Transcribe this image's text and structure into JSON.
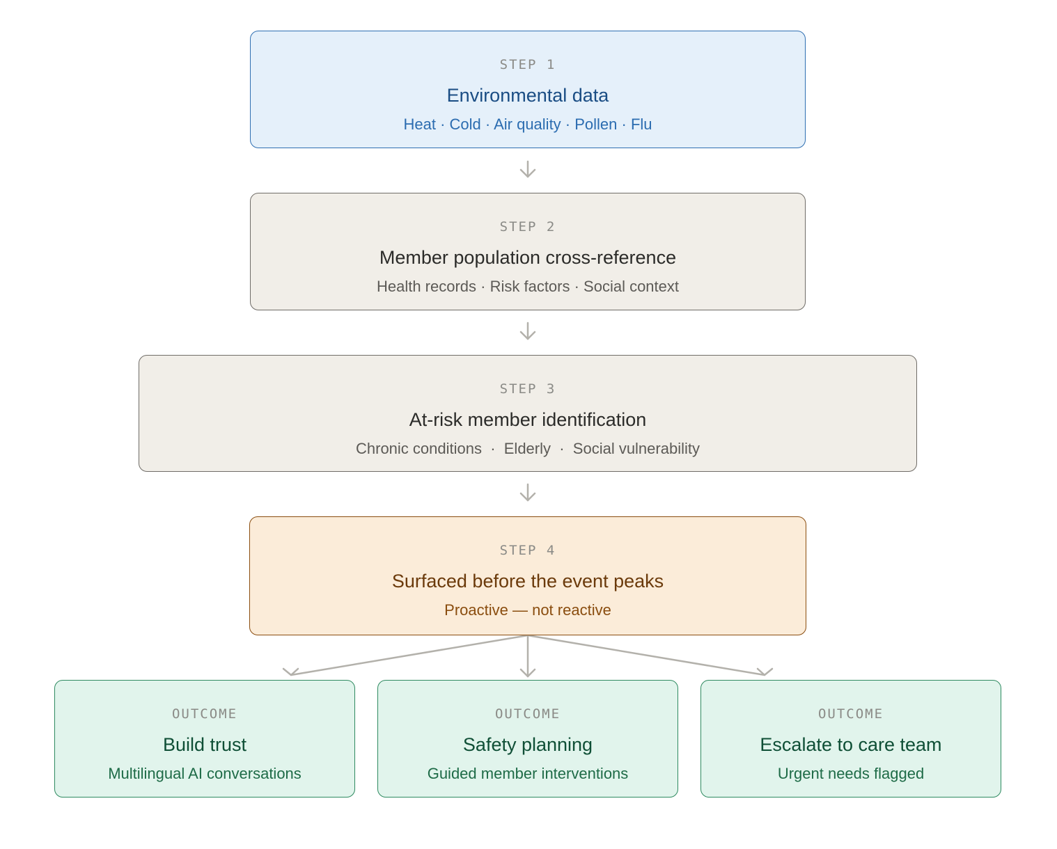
{
  "steps": [
    {
      "label": "STEP 1",
      "title": "Environmental data",
      "subtitle": "Heat · Cold · Air quality · Pollen · Flu",
      "style": "blue"
    },
    {
      "label": "STEP 2",
      "title": "Member population cross-reference",
      "subtitle": "Health records · Risk factors · Social context",
      "style": "grey"
    },
    {
      "label": "STEP 3",
      "title": "At-risk member identification",
      "subtitle": "Chronic conditions  ·  Elderly  ·  Social vulnerability",
      "style": "grey"
    },
    {
      "label": "STEP 4",
      "title": "Surfaced before the event peaks",
      "subtitle": "Proactive — not reactive",
      "style": "amber"
    }
  ],
  "outcomes": [
    {
      "label": "OUTCOME",
      "title": "Build trust",
      "subtitle": "Multilingual AI conversations"
    },
    {
      "label": "OUTCOME",
      "title": "Safety planning",
      "subtitle": "Guided member interventions"
    },
    {
      "label": "OUTCOME",
      "title": "Escalate to care team",
      "subtitle": "Urgent needs flagged"
    }
  ],
  "colors": {
    "connector": "#b3b1ab",
    "step_blue": "#2f6fb2",
    "step_grey": "#6f6c67",
    "step_amber": "#8a4d0f",
    "outcome_green": "#2e8a60"
  }
}
